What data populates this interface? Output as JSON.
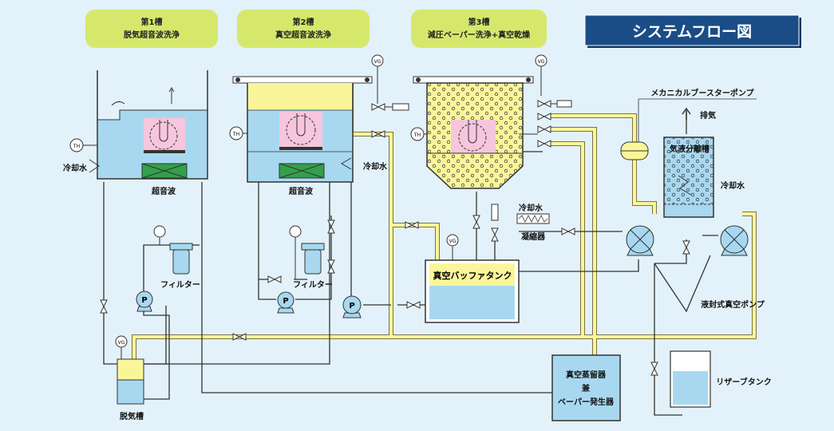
{
  "title": "システムフロー図",
  "tanks": [
    {
      "name": "第1槽",
      "desc": "脱気超音波洗浄"
    },
    {
      "name": "第2槽",
      "desc": "真空超音波洗浄"
    },
    {
      "name": "第3槽",
      "desc": "減圧ベーパー洗浄+真空乾燥"
    }
  ],
  "labels": {
    "th": "TH",
    "vg": "VG",
    "p": "P",
    "cooling_water": "冷却水",
    "ultrasonic": "超音波",
    "filter": "フィルター",
    "degas_tank": "脱気槽",
    "vacuum_buffer_tank": "真空バッファタンク",
    "condenser": "凝縮器",
    "mech_booster_pump": "メカニカルブースターポンプ",
    "exhaust": "排気",
    "gas_liquid_separator": "気液分離槽",
    "liquid_ring_pump": "液封式真空ポンプ",
    "reservoir_tank": "リザーブタンク",
    "distiller_line1": "真空蒸留器",
    "distiller_line2": "兼",
    "distiller_line3": "ベーパー発生器"
  },
  "colors": {
    "background": "#e3f1fa",
    "tank_header": "#d6e86c",
    "title_bg": "#1a4d86",
    "water": "#a8d8f0",
    "yellow": "#fbf59a",
    "pink": "#f6c6dc",
    "green": "#33a04a",
    "line": "#333333"
  }
}
